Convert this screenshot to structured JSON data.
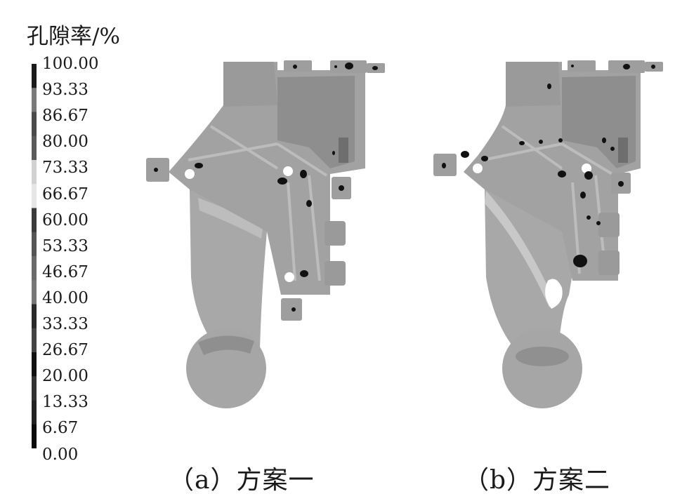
{
  "legend": {
    "title": "孔隙率/%",
    "ticks": [
      "100.00",
      "93.33",
      "86.67",
      "80.00",
      "73.33",
      "66.67",
      "60.00",
      "53.33",
      "46.67",
      "40.00",
      "33.33",
      "26.67",
      "20.00",
      "13.33",
      "6.67",
      "0.00"
    ],
    "colors": [
      "#1a1a1a",
      "#7a7a7a",
      "#4a4a4a",
      "#5a5a5a",
      "#d2d2d2",
      "#e6e6e6",
      "#3a3a3a",
      "#555555",
      "#6a6a6a",
      "#777777",
      "#2a2a2a",
      "#444444",
      "#111111",
      "#333333",
      "#222222",
      "#0a0a0a"
    ]
  },
  "panels": [
    {
      "label": "（a）方案一"
    },
    {
      "label": "（b）方案二"
    }
  ],
  "colors": {
    "casting": "#a8a8a8",
    "casting_dark": "#8c8c8c",
    "casting_light": "#c4c4c4",
    "pore": "#111111"
  }
}
